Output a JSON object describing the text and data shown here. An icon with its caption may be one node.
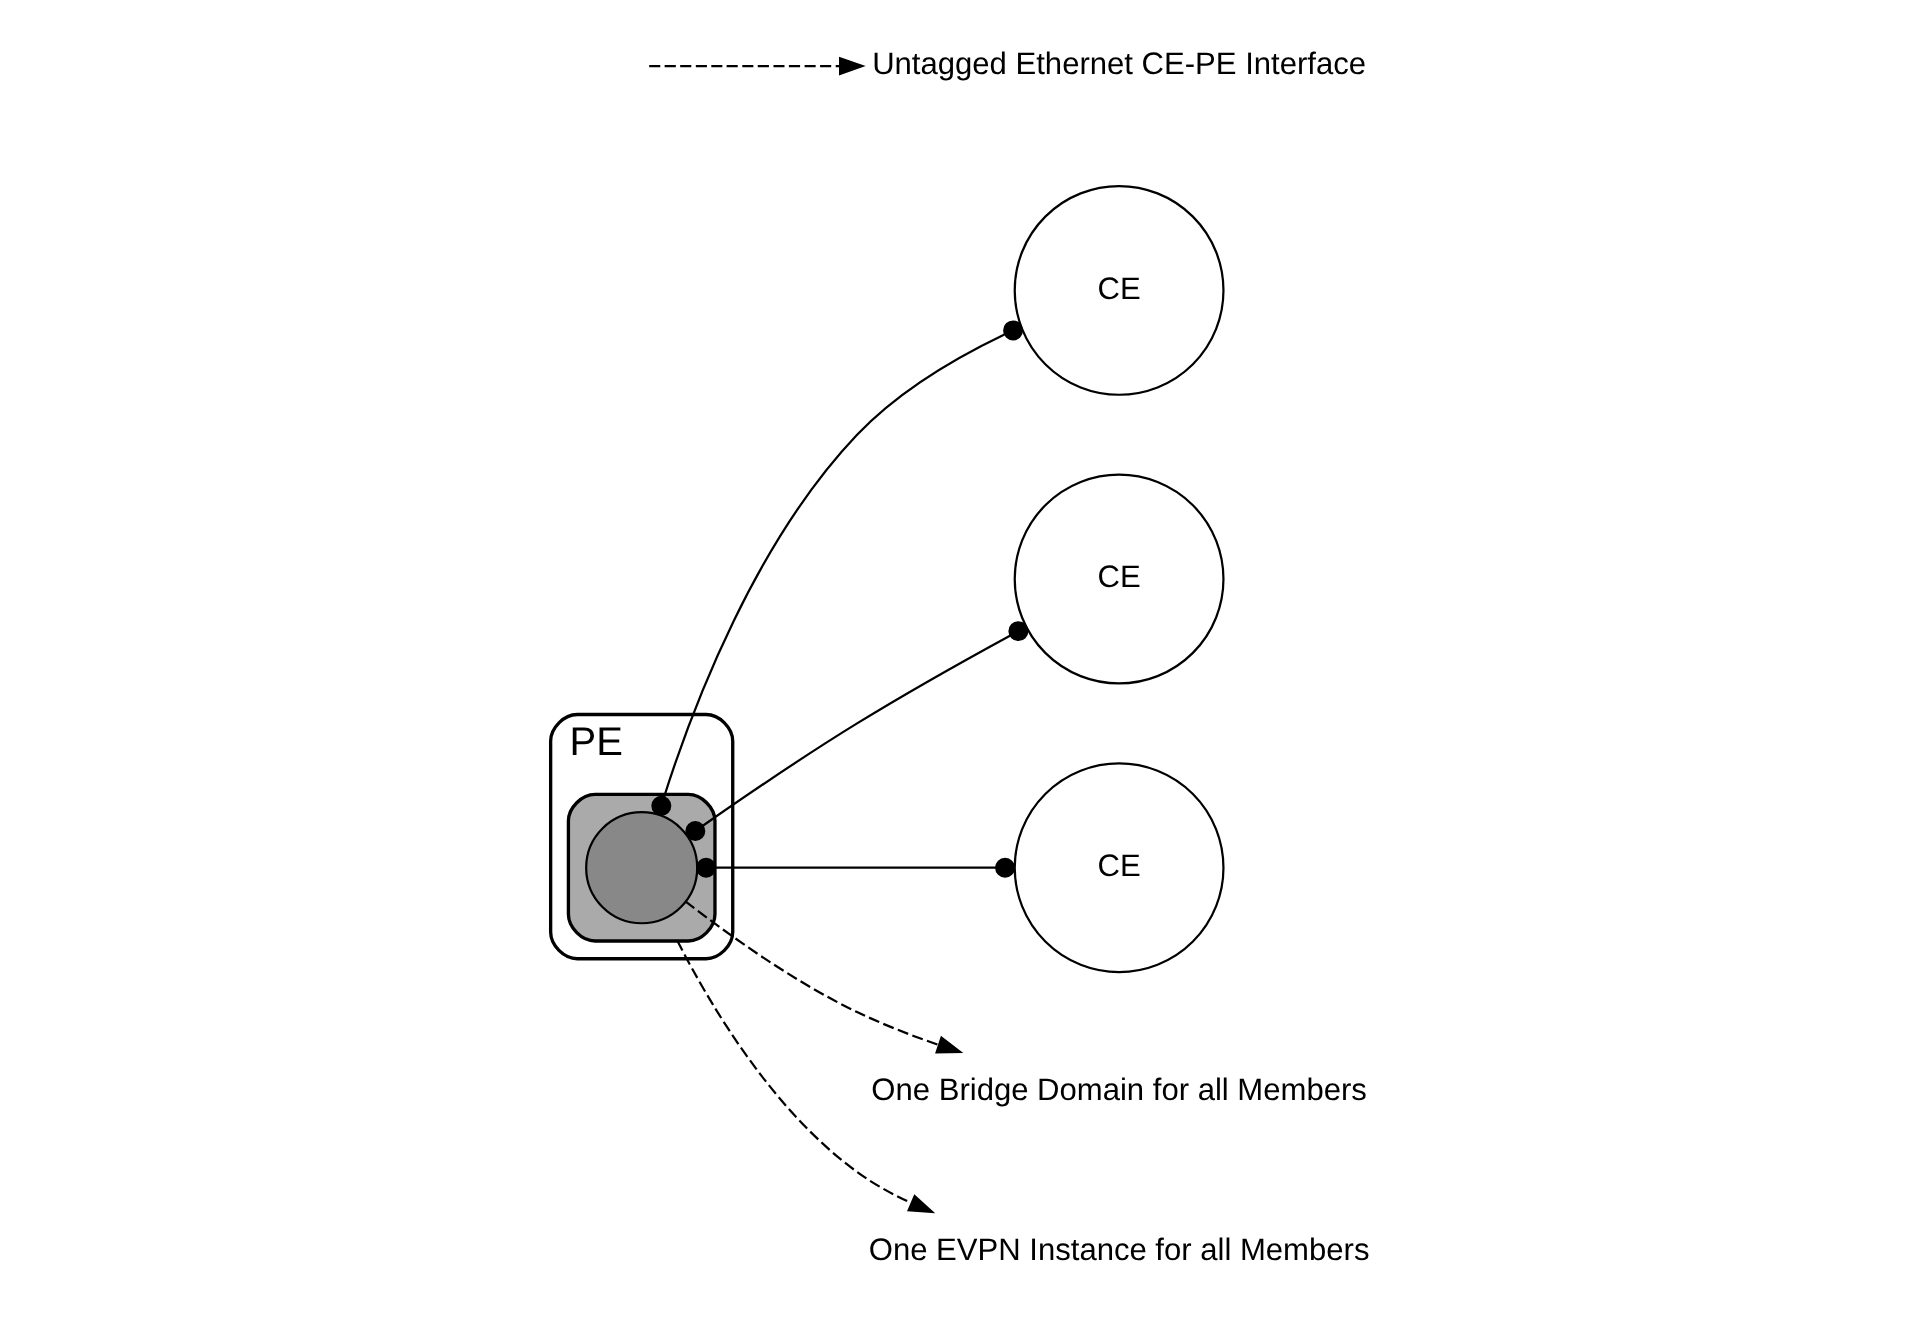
{
  "diagram": {
    "nodes": [
      {
        "text": [
          "PE"
        ]
      },
      {
        "text": [],
        "shape": "box",
        "in": 0
      },
      {
        "text": [],
        "shape": "circle",
        "in": 1
      },
      {
        "text": [
          "CE"
        ]
      },
      {
        "text": [
          "CE"
        ]
      },
      {
        "text": [
          "CE"
        ]
      },
      {
        "text": [
          "One Bridge Domain for all Members"
        ]
      },
      {
        "text": [
          "One EVPN Instance for all Members"
        ]
      },
      {
        "text": [
          "Untagged Ethernet CE-PE Interface"
        ]
      }
    ],
    "edges": [
      {
        "from": 2,
        "to": 3,
        "arrow": "other"
      },
      {
        "from": 2,
        "to": 4,
        "arrow": "other"
      },
      {
        "from": 2,
        "to": 5,
        "arrow": "other"
      },
      {
        "from": 2,
        "to": 6,
        "arrow": "to",
        "style": "dashed"
      },
      {
        "from": 1,
        "to": 7,
        "arrow": "to",
        "style": "dashed"
      },
      {
        "from": null,
        "to": 8,
        "arrow": "to",
        "style": "dashed"
      }
    ]
  }
}
